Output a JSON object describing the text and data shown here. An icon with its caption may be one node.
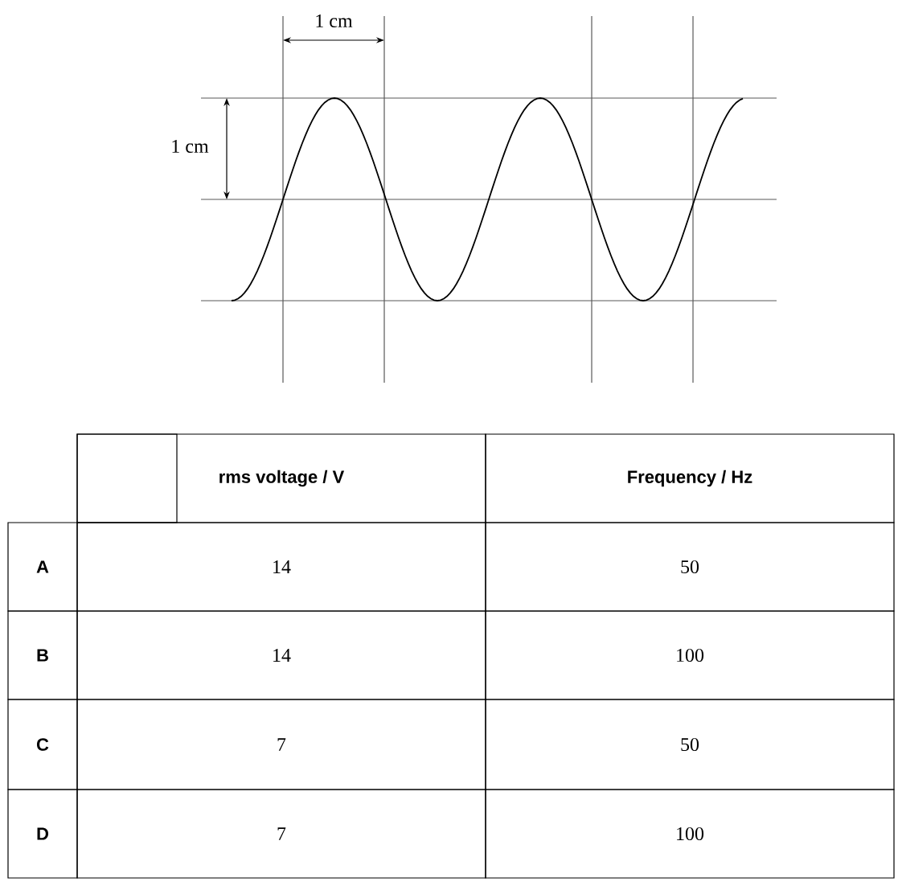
{
  "diagram": {
    "labels": [
      "1 cm",
      "1 cm",
      "rms voltage / V",
      "Frequency / Hz",
      "A",
      "14",
      "50",
      "B",
      "14",
      "100",
      "C",
      "7",
      "50",
      "D",
      "7",
      "100"
    ]
  }
}
